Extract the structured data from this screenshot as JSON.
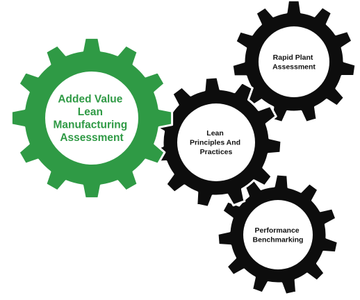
{
  "diagram": {
    "gears": [
      {
        "id": "added-value",
        "lines": [
          "Added Value",
          "Lean",
          "Manufacturing",
          "Assessment"
        ],
        "body_color": "#2f9a45",
        "text_color": "#2f9a45"
      },
      {
        "id": "rapid-plant",
        "lines": [
          "Rapid Plant",
          "Assessment"
        ],
        "body_color": "#0d0d0d",
        "text_color": "#111111"
      },
      {
        "id": "lean-principles",
        "lines": [
          "Lean",
          "Principles And",
          "Practices"
        ],
        "body_color": "#0d0d0d",
        "text_color": "#111111"
      },
      {
        "id": "performance",
        "lines": [
          "Performance",
          "Benchmarking"
        ],
        "body_color": "#0d0d0d",
        "text_color": "#111111"
      }
    ]
  }
}
